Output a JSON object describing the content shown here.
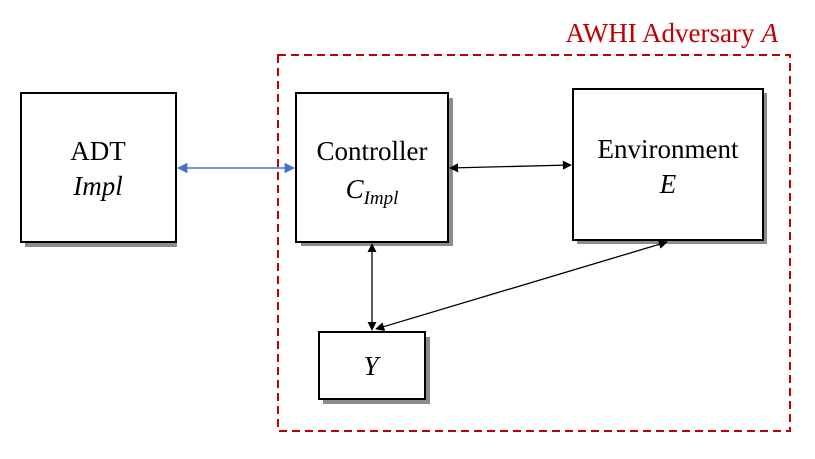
{
  "colors": {
    "adversary_border": "#c00000",
    "adversary_text": "#c00000",
    "box_border": "#000000",
    "box_shadow": "#8c8c8c",
    "link_adt_controller": "#4472c4",
    "link_default": "#000000"
  },
  "adversary": {
    "title": "AWHI Adversary",
    "title_symbol": "A"
  },
  "boxes": {
    "adt": {
      "title": "ADT",
      "subtitle": "Impl"
    },
    "controller": {
      "title": "Controller",
      "symbol": "C",
      "subscript": "Impl"
    },
    "environment": {
      "title": "Environment",
      "subtitle": "E"
    },
    "y": {
      "title": "Y"
    }
  },
  "connections": [
    {
      "from": "ADT",
      "to": "Controller",
      "direction": "bidirectional",
      "color": "#4472c4"
    },
    {
      "from": "Controller",
      "to": "Environment",
      "direction": "bidirectional",
      "color": "#000000"
    },
    {
      "from": "Controller",
      "to": "Y",
      "direction": "bidirectional",
      "color": "#000000"
    },
    {
      "from": "Y",
      "to": "Environment",
      "direction": "bidirectional",
      "color": "#000000"
    }
  ]
}
